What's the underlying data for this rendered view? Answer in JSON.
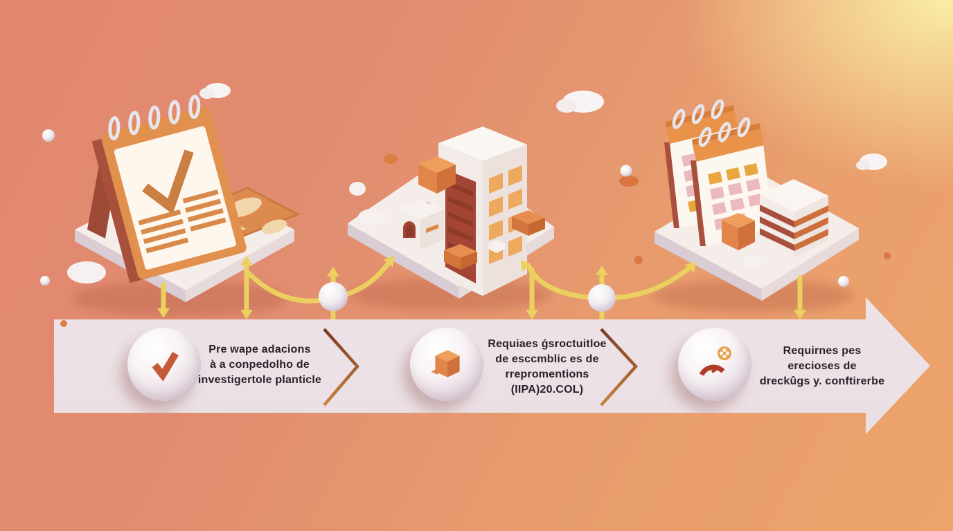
{
  "title": "Isometric process roadmap infographic",
  "palette": {
    "background_left": "#e2876e",
    "background_right": "#eda46a",
    "glow_top_right": "#f9eca6",
    "banner_fill": "#eee4e8",
    "text_dark": "#2a2128",
    "arrow_yellow": "#ecd05f",
    "chevron_brown": "#8a4427",
    "accent_orange": "#e0884c",
    "deep_red": "#a8503c",
    "pink_cell": "#ecb9bd",
    "orange_cell": "#e9a83f",
    "platform_white": "#f4edea"
  },
  "stations": [
    {
      "id": "station-1",
      "illustration": "spiral-calendar-with-checkmark-on-tablet-platform"
    },
    {
      "id": "station-2",
      "illustration": "city-buildings-platform"
    },
    {
      "id": "station-3",
      "illustration": "two-calendars-and-striped-building-platform"
    }
  ],
  "banner": {
    "steps": [
      {
        "icon": "checkmark-sphere-icon",
        "lines": [
          "Pre wape adacions",
          "à a conpedolho de",
          "investigertole planticle"
        ]
      },
      {
        "icon": "cube-sphere-icon",
        "lines": [
          "Requiaes ǵsroctuitloe",
          "de esccmblic es de",
          "rrepromentions",
          "(IIPA)20.COL)"
        ]
      },
      {
        "icon": "gauge-sphere-icon",
        "lines": [
          "Requirnes pes",
          "erecioses de",
          "dreckûgs y. conftirerbe"
        ]
      }
    ]
  }
}
